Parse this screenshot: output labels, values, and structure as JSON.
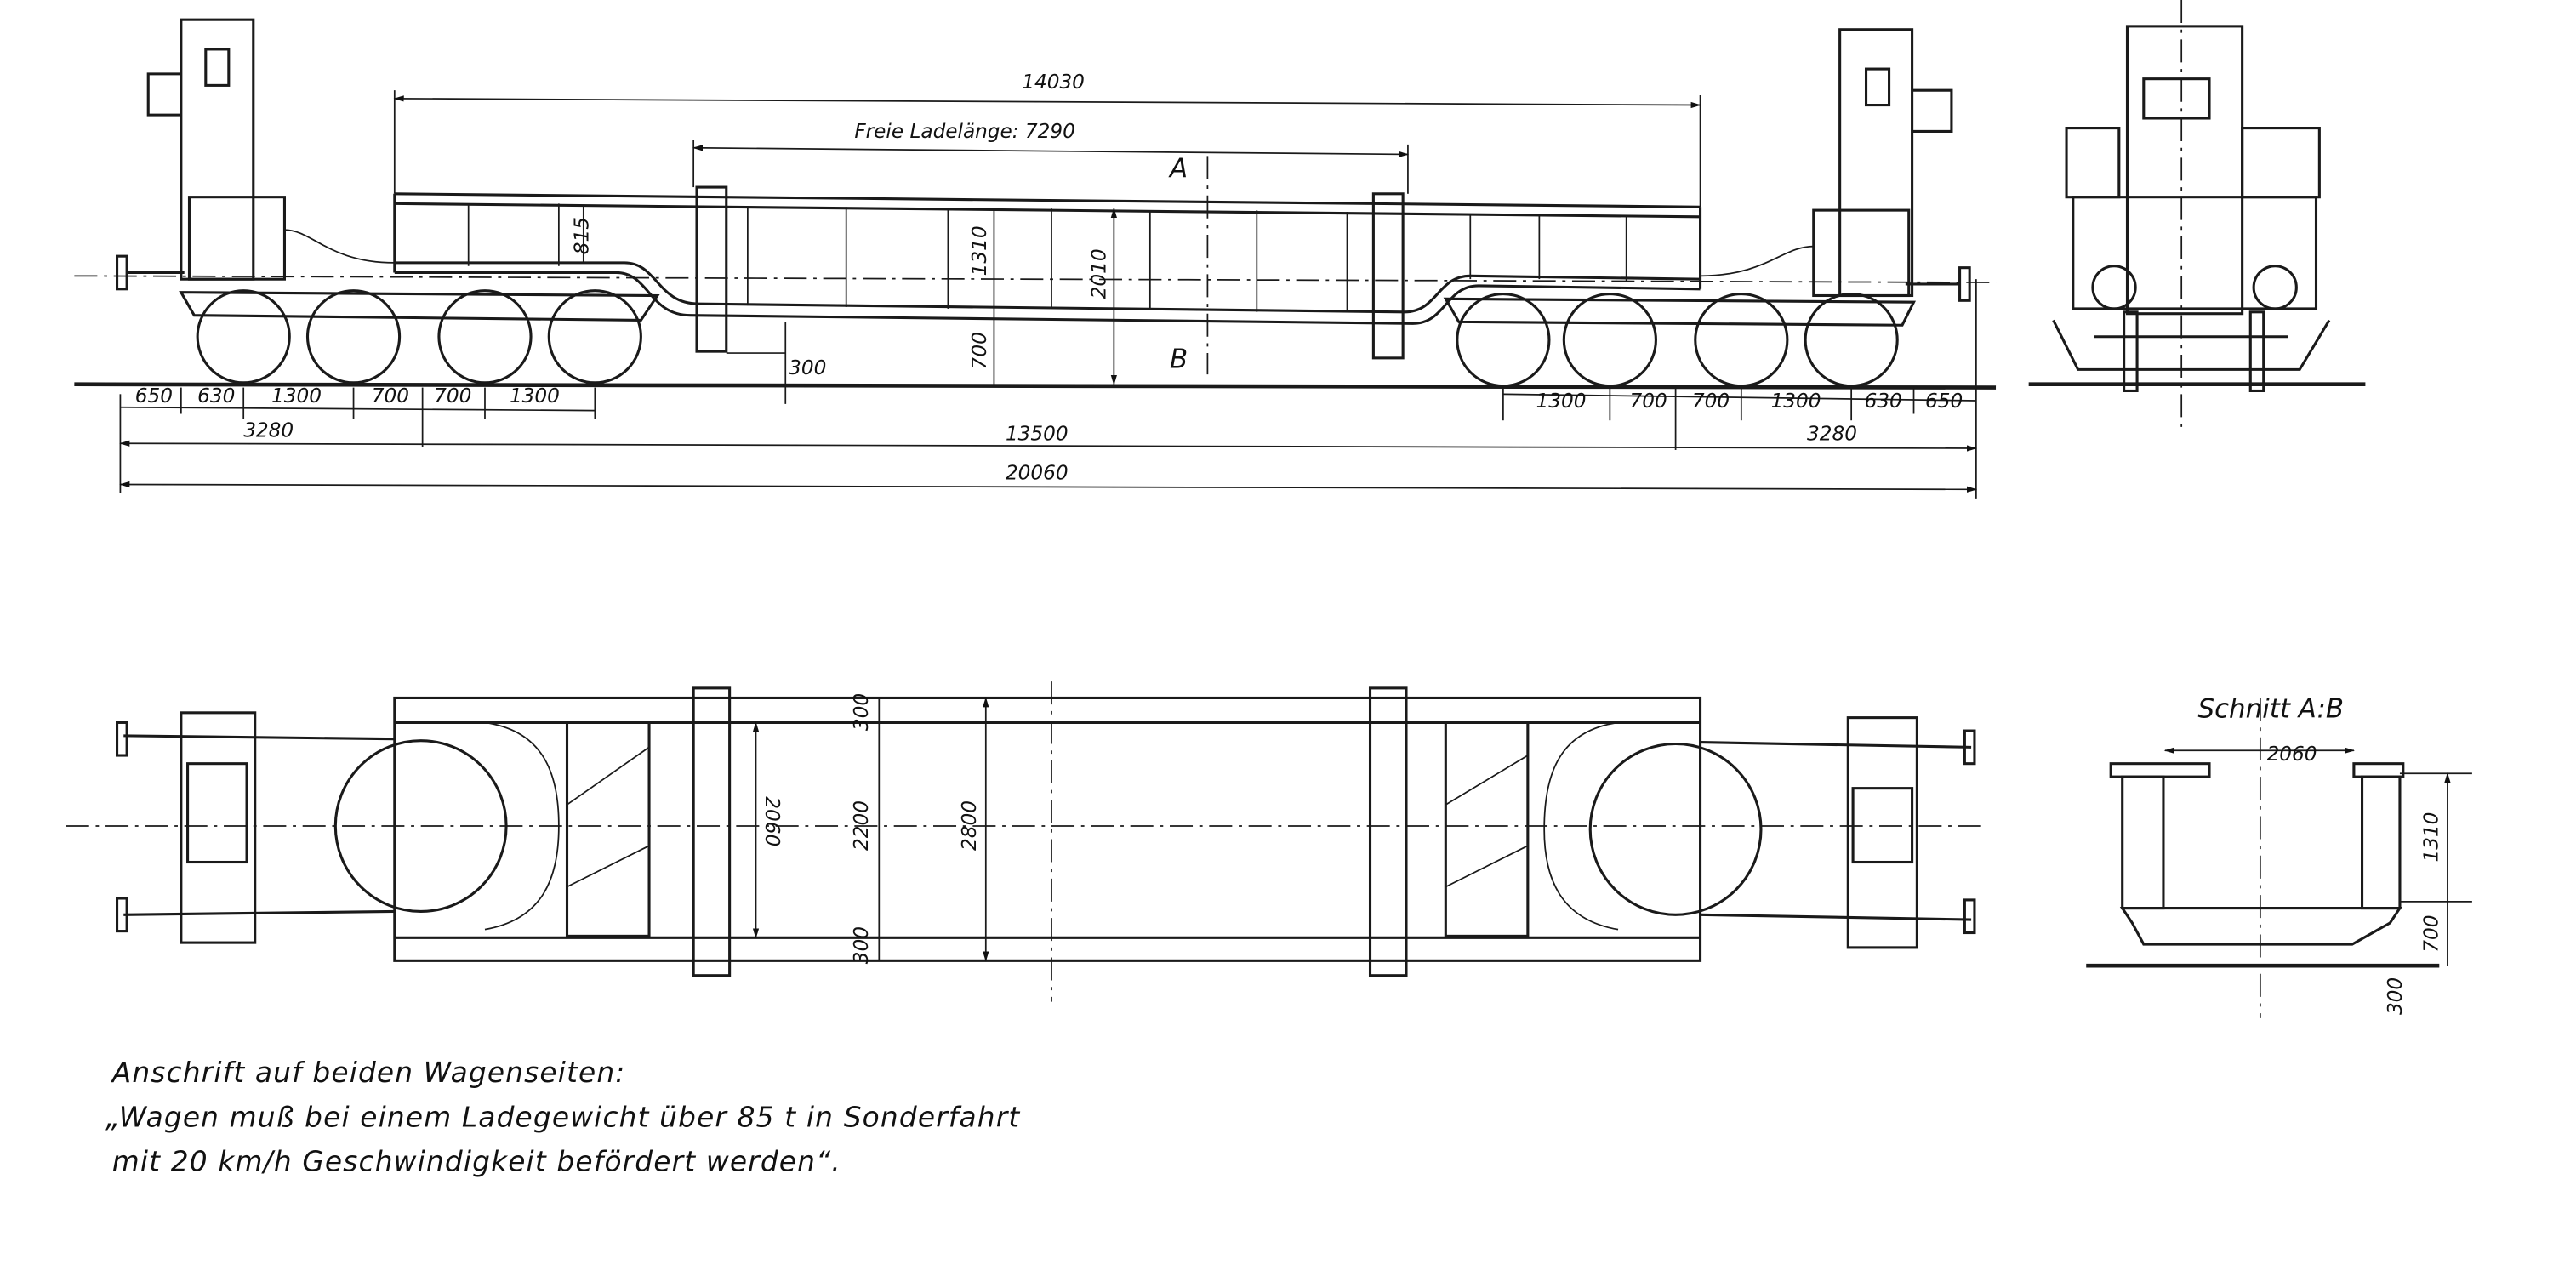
{
  "side_view": {
    "overall_top": "14030",
    "free_length": "Freie Ladelänge: 7290",
    "section_a": "A",
    "section_b": "B",
    "h_815": "815",
    "h_1310": "1310",
    "h_2010": "2010",
    "h_700": "700",
    "h_300": "300",
    "chain_left": [
      "650",
      "630",
      "1300",
      "700",
      "700",
      "1300"
    ],
    "chain_right": [
      "1300",
      "700",
      "700",
      "1300",
      "630",
      "650"
    ],
    "bogie_left": "3280",
    "center": "13500",
    "bogie_right": "3280",
    "overall": "20060"
  },
  "plan_view": {
    "w_2060": "2060",
    "w_2200": "2200",
    "w_2800": "2800",
    "w_300_top": "300",
    "w_300_bottom": "300"
  },
  "section": {
    "title": "Schnitt A:B",
    "w_2060": "2060",
    "h_1310": "1310",
    "h_700": "700",
    "h_300": "300"
  },
  "note": {
    "line1": "Anschrift auf beiden Wagenseiten:",
    "line2": "„Wagen muß bei einem Ladegewicht über 85 t in Sonderfahrt",
    "line3": "mit 20 km/h Geschwindigkeit befördert werden“."
  }
}
